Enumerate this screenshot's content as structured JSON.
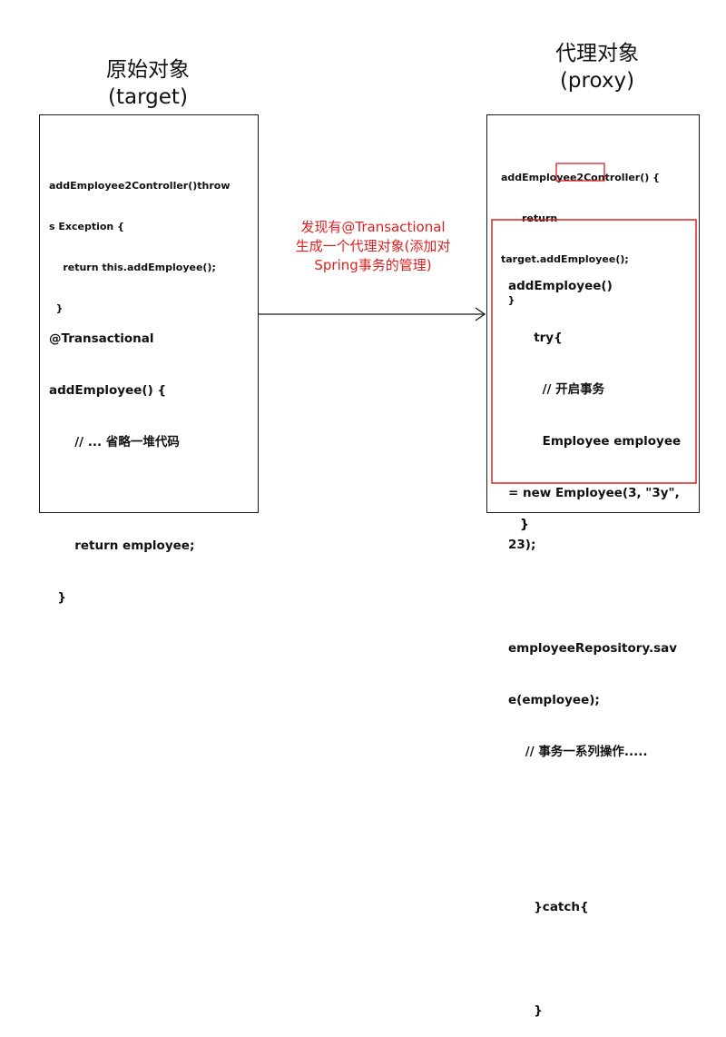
{
  "titles": {
    "left": {
      "line1": "原始对象",
      "line2": "(target)"
    },
    "right": {
      "line1": "代理对象",
      "line2": "(proxy)"
    }
  },
  "target": {
    "method1": [
      "addEmployee2Controller()throw",
      "s Exception {",
      "    return this.addEmployee();",
      "  }"
    ],
    "method2": [
      "@Transactional",
      "addEmployee() {",
      "      // ... 省略一堆代码",
      "",
      "      return employee;",
      "  }"
    ]
  },
  "proxy": {
    "method1": [
      "addEmployee2Controller() {",
      "      return",
      "target.addEmployee();",
      "  }"
    ],
    "method2": [
      "addEmployee()",
      "      try{",
      "        // 开启事务",
      "        Employee employee",
      "= new Employee(3, \"3y\",",
      "23);",
      "",
      "employeeRepository.sav",
      "e(employee);",
      "    // 事务一系列操作.....",
      "",
      "",
      "      }catch{",
      "",
      "      }"
    ],
    "trailing_brace": "}"
  },
  "annotation": {
    "line1": "发现有@Transactional",
    "line2": "生成一个代理对象(添加对",
    "line3": "Spring事务的管理)"
  },
  "colors": {
    "highlight": "#e02020",
    "line": "#1a1a1a"
  }
}
